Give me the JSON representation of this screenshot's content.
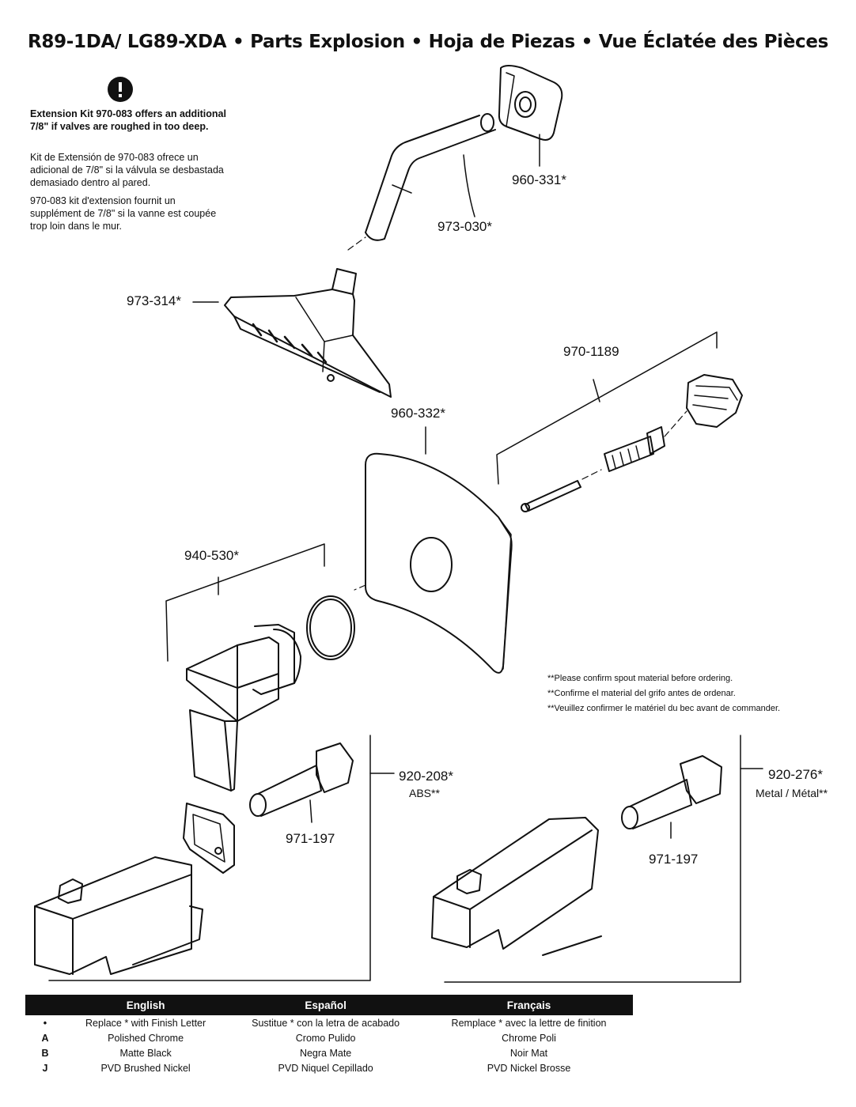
{
  "title": "R89-1DA/ LG89-XDA  •  Parts Explosion  •  Hoja de Piezas  •  Vue Éclatée des Pièces",
  "warning": {
    "icon": "exclamation",
    "en": "Extension Kit 970-083 offers an additional 7/8\" if valves are roughed in too deep.",
    "es": "Kit de Extensión de 970-083 ofrece un adicional de 7/8\" si la válvula se desbastada demasiado dentro al pared.",
    "fr": "970-083 kit d'extension fournit un supplément de 7/8\" si la vanne est coupée trop loin dans le mur."
  },
  "parts": {
    "flange": "960-331*",
    "shower_arm": "973-030*",
    "showerhead": "973-314*",
    "cartridge_kit": "970-1189",
    "escutcheon": "960-332*",
    "handle_kit": "940-530*",
    "spout_abs": "920-208*",
    "spout_abs_material": "ABS**",
    "adapter_left": "971-197",
    "spout_metal": "920-276*",
    "spout_metal_material": "Metal / Métal**",
    "adapter_right": "971-197"
  },
  "spout_note": {
    "en": "**Please confirm spout material before ordering.",
    "es": "**Confirme el material del grifo antes de ordenar.",
    "fr": "**Veuillez confirmer le matériel du bec avant de commander."
  },
  "legend": {
    "headers": [
      "English",
      "Español",
      "Français"
    ],
    "rows": [
      {
        "key": "•",
        "en": "Replace * with Finish Letter",
        "es": "Sustitue * con la letra de acabado",
        "fr": "Remplace * avec la lettre de finition"
      },
      {
        "key": "A",
        "en": "Polished Chrome",
        "es": "Cromo Pulido",
        "fr": "Chrome Poli"
      },
      {
        "key": "B",
        "en": "Matte Black",
        "es": "Negra Mate",
        "fr": "Noir Mat"
      },
      {
        "key": "J",
        "en": "PVD Brushed Nickel",
        "es": "PVD Niquel Cepillado",
        "fr": "PVD Nickel Brosse"
      }
    ]
  }
}
